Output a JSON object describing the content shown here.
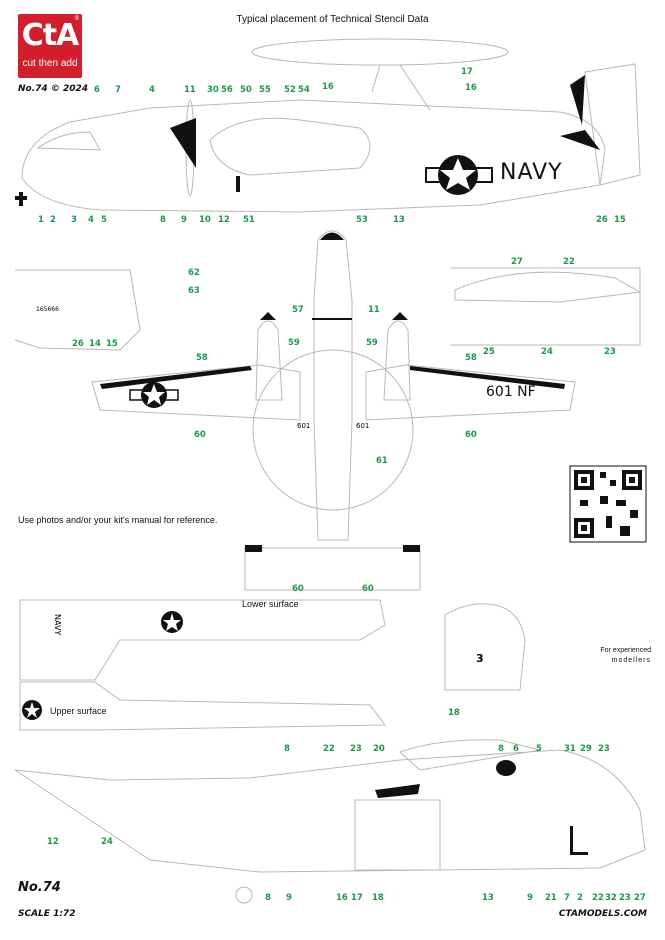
{
  "header": {
    "title": "Typical placement of Technical Stencil Data",
    "issue": "No.74",
    "year": "© 2024"
  },
  "logo": {
    "main": "CtA",
    "sub": "cut then add",
    "reg": "®"
  },
  "notes": {
    "reference": "Use photos and/or your kit's manual for reference.",
    "lower_surface": "Lower surface",
    "upper_surface": "Upper surface",
    "experienced_line1": "For experienced",
    "experienced_line2": "modellers"
  },
  "markings": {
    "navy": "NAVY",
    "tail_code": "601 NF",
    "side_code_1": "601",
    "side_code_2": "601",
    "serial": "165666",
    "nose_number": "3"
  },
  "footer": {
    "issue": "No.74",
    "scale": "SCALE 1:72",
    "website": "CTAMODELS.COM"
  },
  "callouts": {
    "e2_side_top": [
      "6",
      "7",
      "4",
      "11",
      "30",
      "56",
      "50",
      "55",
      "52",
      "54",
      "16",
      "17",
      "16"
    ],
    "e2_side_bottom": [
      "1",
      "2",
      "3",
      "4",
      "5",
      "8",
      "9",
      "10",
      "12",
      "51",
      "53",
      "13",
      "26",
      "15"
    ],
    "details": [
      "62",
      "63",
      "26",
      "14",
      "15",
      "27",
      "22",
      "25",
      "24",
      "23"
    ],
    "e2_top": [
      "57",
      "11",
      "58",
      "59",
      "59",
      "58",
      "60",
      "60",
      "61",
      "60",
      "60"
    ],
    "sh3_front": [
      "18"
    ],
    "sh3_top": [
      "8",
      "22",
      "23",
      "20",
      "8",
      "6",
      "5",
      "31",
      "29",
      "23"
    ],
    "sh3_bottom": [
      "12",
      "24",
      "8",
      "9",
      "16",
      "17",
      "18",
      "13",
      "9",
      "21",
      "7",
      "2",
      "22",
      "32",
      "23",
      "27"
    ]
  },
  "colors": {
    "brand_red": "#d31f2b",
    "callout_green": "#1a9a4a",
    "outline_gray": "#b8b8b8",
    "stencil_black": "#111111"
  }
}
